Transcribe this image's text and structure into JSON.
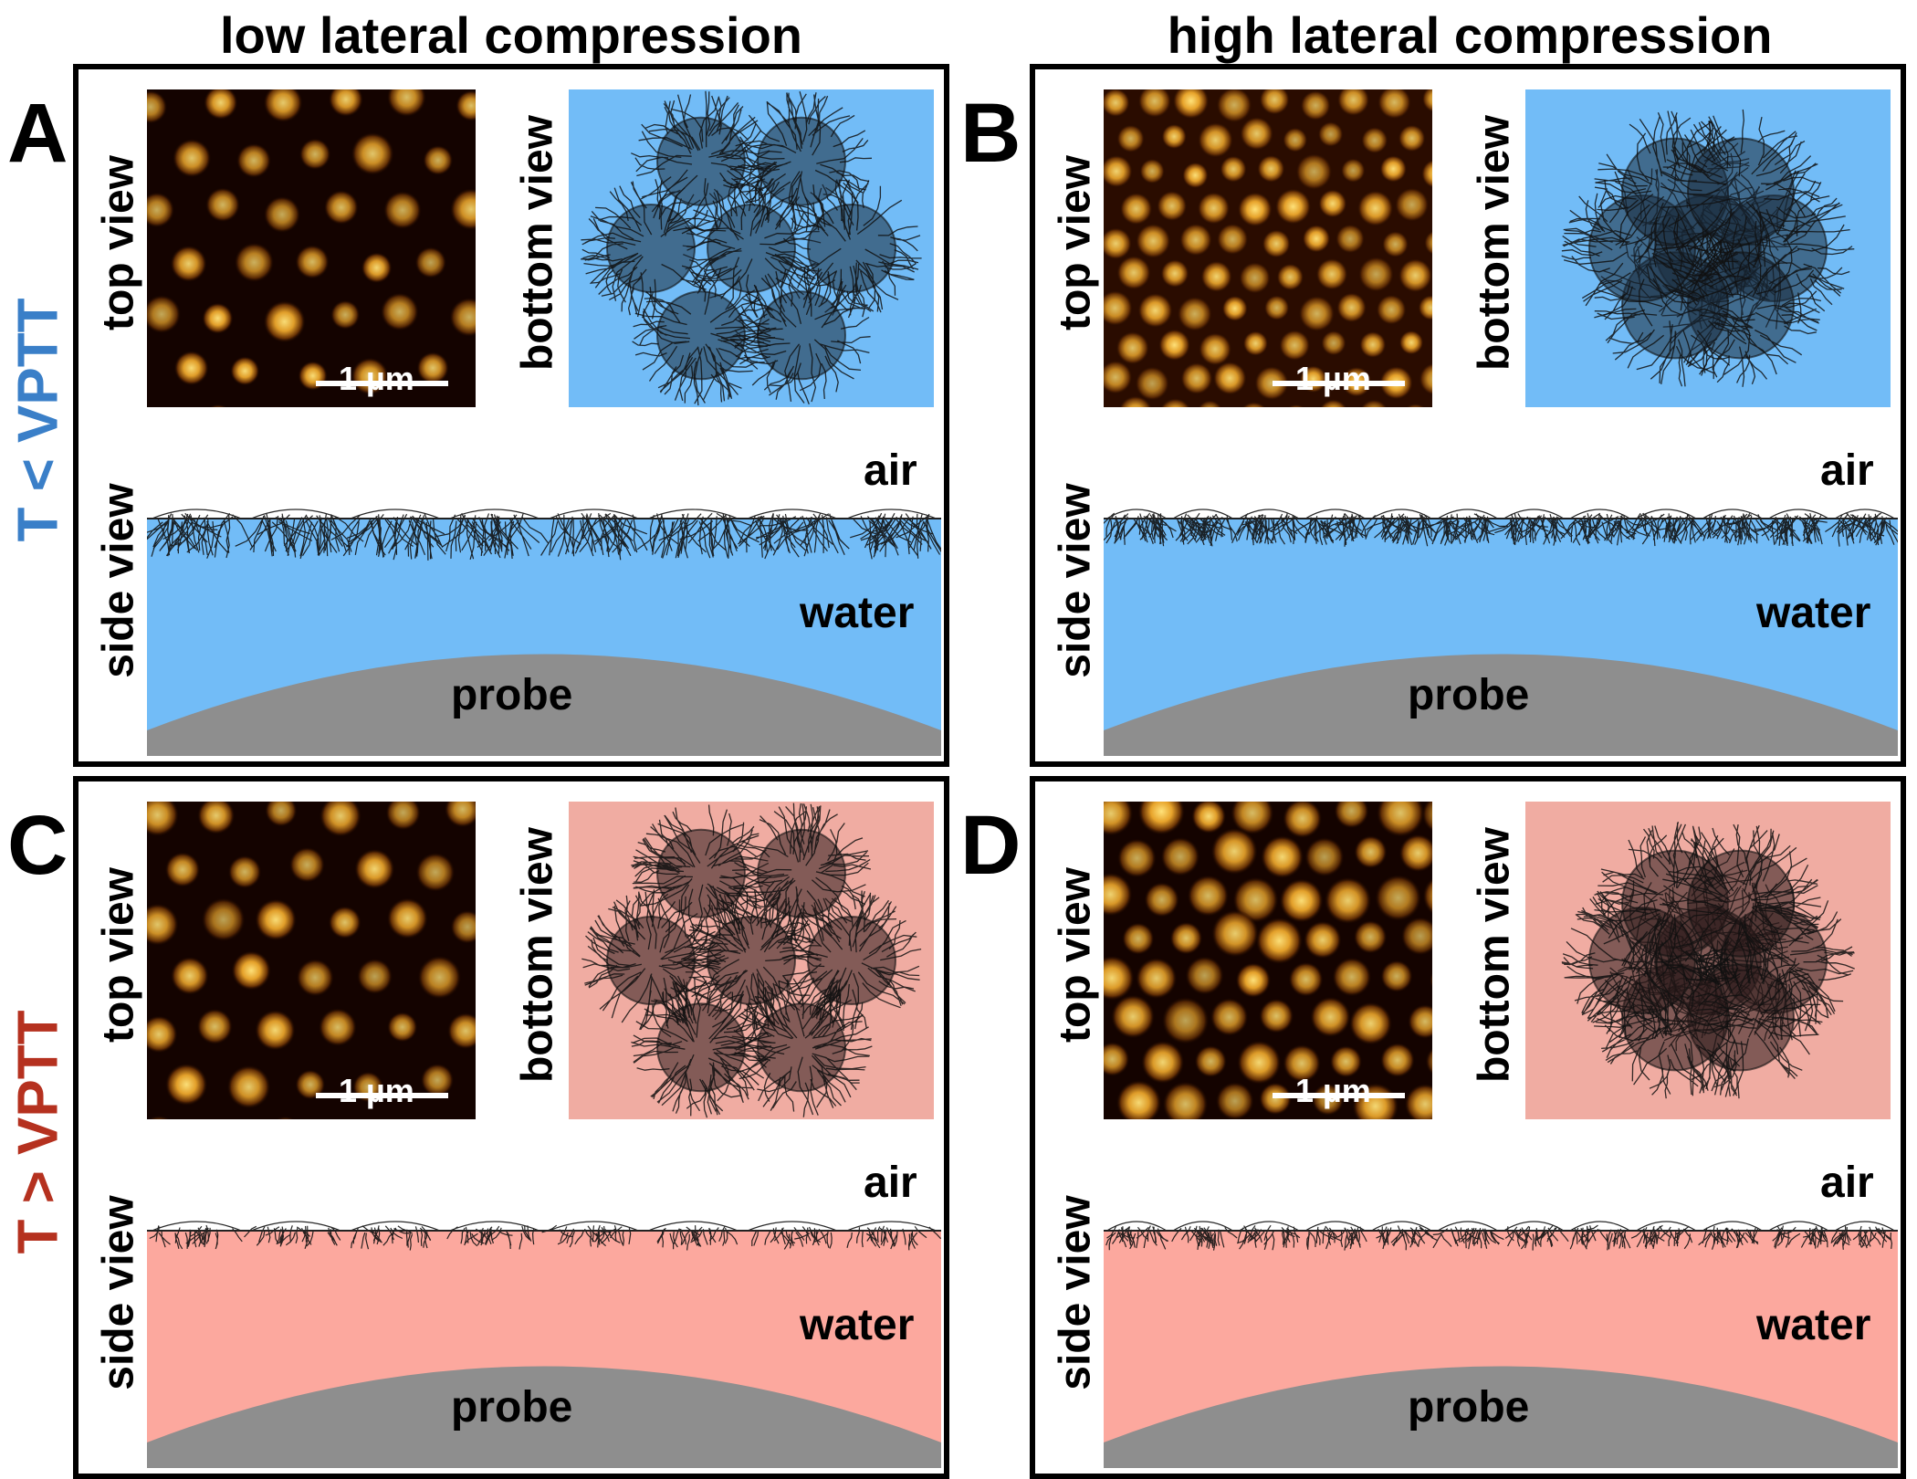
{
  "columns": [
    "low lateral compression",
    "high lateral compression"
  ],
  "rows": [
    {
      "label": "T < VPTT",
      "color": "#3a7fc8",
      "fill": "#72bcf7",
      "bottom_fill": "#72bcf7"
    },
    {
      "label": "T > VPTT",
      "color": "#b5311f",
      "fill": "#fca89e",
      "bottom_fill": "#f0aca2"
    }
  ],
  "probe_color": "#8e8e8e",
  "panels": [
    {
      "letter": "A",
      "top_view": "top view",
      "bottom_view": "bottom view",
      "side_view": "side view",
      "scale_bar": "1 µm",
      "air": "air",
      "water": "water",
      "probe": "probe"
    },
    {
      "letter": "B",
      "top_view": "top view",
      "bottom_view": "bottom view",
      "side_view": "side view",
      "scale_bar": "1 µm",
      "air": "air",
      "water": "water",
      "probe": "probe"
    },
    {
      "letter": "C",
      "top_view": "top view",
      "bottom_view": "bottom view",
      "side_view": "side view",
      "scale_bar": "1 µm",
      "air": "air",
      "water": "water",
      "probe": "probe"
    },
    {
      "letter": "D",
      "top_view": "top view",
      "bottom_view": "bottom view",
      "side_view": "side view",
      "scale_bar": "1 µm",
      "air": "air",
      "water": "water",
      "probe": "probe"
    }
  ]
}
